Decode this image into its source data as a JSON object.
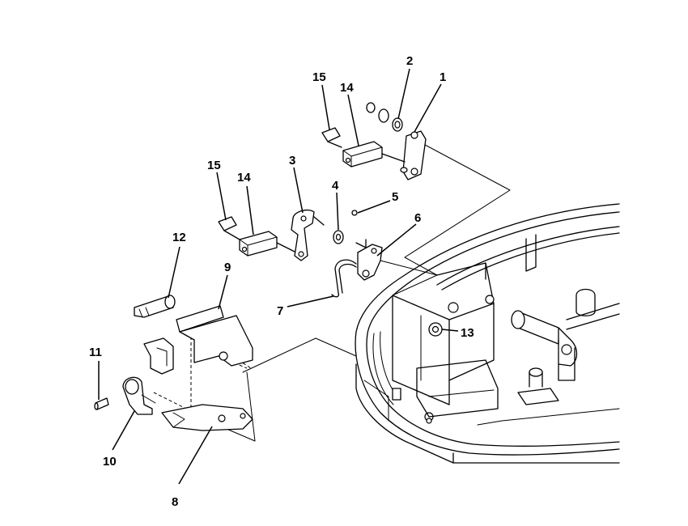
{
  "callouts": [
    {
      "id": "1",
      "text": "1"
    },
    {
      "id": "2",
      "text": "2"
    },
    {
      "id": "3",
      "text": "3"
    },
    {
      "id": "4",
      "text": "4"
    },
    {
      "id": "5",
      "text": "5"
    },
    {
      "id": "6",
      "text": "6"
    },
    {
      "id": "7",
      "text": "7"
    },
    {
      "id": "8",
      "text": "8"
    },
    {
      "id": "9",
      "text": "9"
    },
    {
      "id": "10",
      "text": "10"
    },
    {
      "id": "11",
      "text": "11"
    },
    {
      "id": "12",
      "text": "12"
    },
    {
      "id": "13",
      "text": "13"
    },
    {
      "id": "14a",
      "text": "14"
    },
    {
      "id": "14b",
      "text": "14"
    },
    {
      "id": "15a",
      "text": "15"
    },
    {
      "id": "15b",
      "text": "15"
    }
  ],
  "colors": {
    "line": "#000000",
    "background": "#ffffff"
  }
}
